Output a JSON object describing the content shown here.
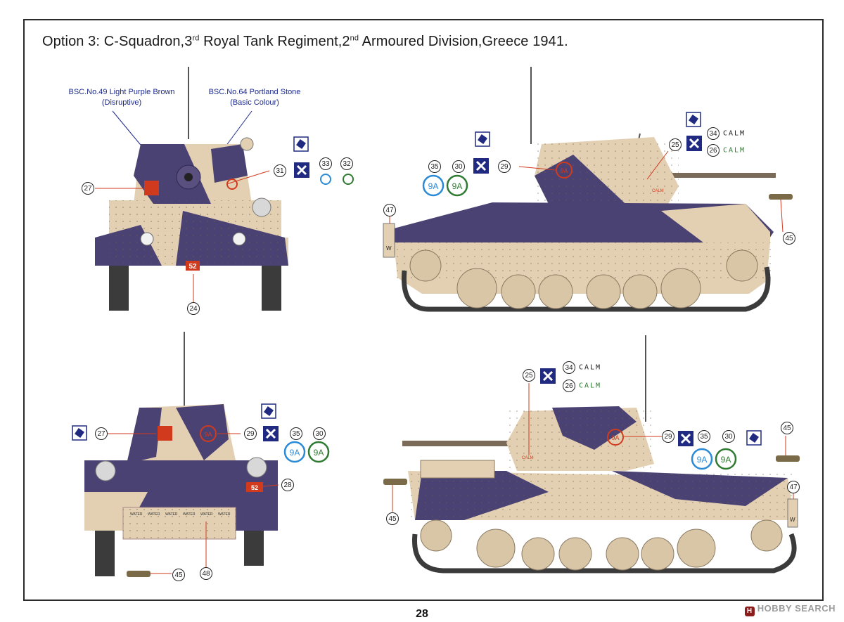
{
  "heading": {
    "prefix": "Option 3:  C-Squadron,3",
    "sup1": "rd",
    "middle": " Royal Tank Regiment,2",
    "sup2": "nd",
    "suffix": " Armoured Division,Greece 1941."
  },
  "paint_notes": {
    "disruptive": {
      "name": "BSC.No.49 Light Purple Brown",
      "role": "(Disruptive)"
    },
    "basic": {
      "name": "BSC.No.64 Portland Stone",
      "role": "(Basic Colour)"
    }
  },
  "callouts": {
    "c24": "24",
    "c25a": "25",
    "c25b": "25",
    "c26a": "26",
    "c26b": "26",
    "c27a": "27",
    "c27b": "27",
    "c28": "28",
    "c29a": "29",
    "c29b": "29",
    "c29c": "29",
    "c30a": "30",
    "c30b": "30",
    "c30c": "30",
    "c31": "31",
    "c32": "32",
    "c33": "33",
    "c34a": "34",
    "c34b": "34",
    "c35a": "35",
    "c35b": "35",
    "c35c": "35",
    "c45a": "45",
    "c45b": "45",
    "c45c": "45",
    "c45d": "45",
    "c47a": "47",
    "c47b": "47",
    "c48": "48"
  },
  "decal_text": {
    "calm": "CALM",
    "unit_code": "9A",
    "vehicle_number": "52",
    "water": "WATER",
    "axle_w": "W"
  },
  "colors": {
    "sand": "#e3d0b2",
    "sand_dark": "#c9b28f",
    "purple": "#4b4274",
    "purple_dark": "#3a3360",
    "track": "#3b3b3b",
    "red": "#d23a1e",
    "blue": "#2b8ad6",
    "green": "#2f7a31",
    "badge_navy": "#1f2a80"
  },
  "page_number": "28",
  "watermark": "HOBBY SEARCH"
}
